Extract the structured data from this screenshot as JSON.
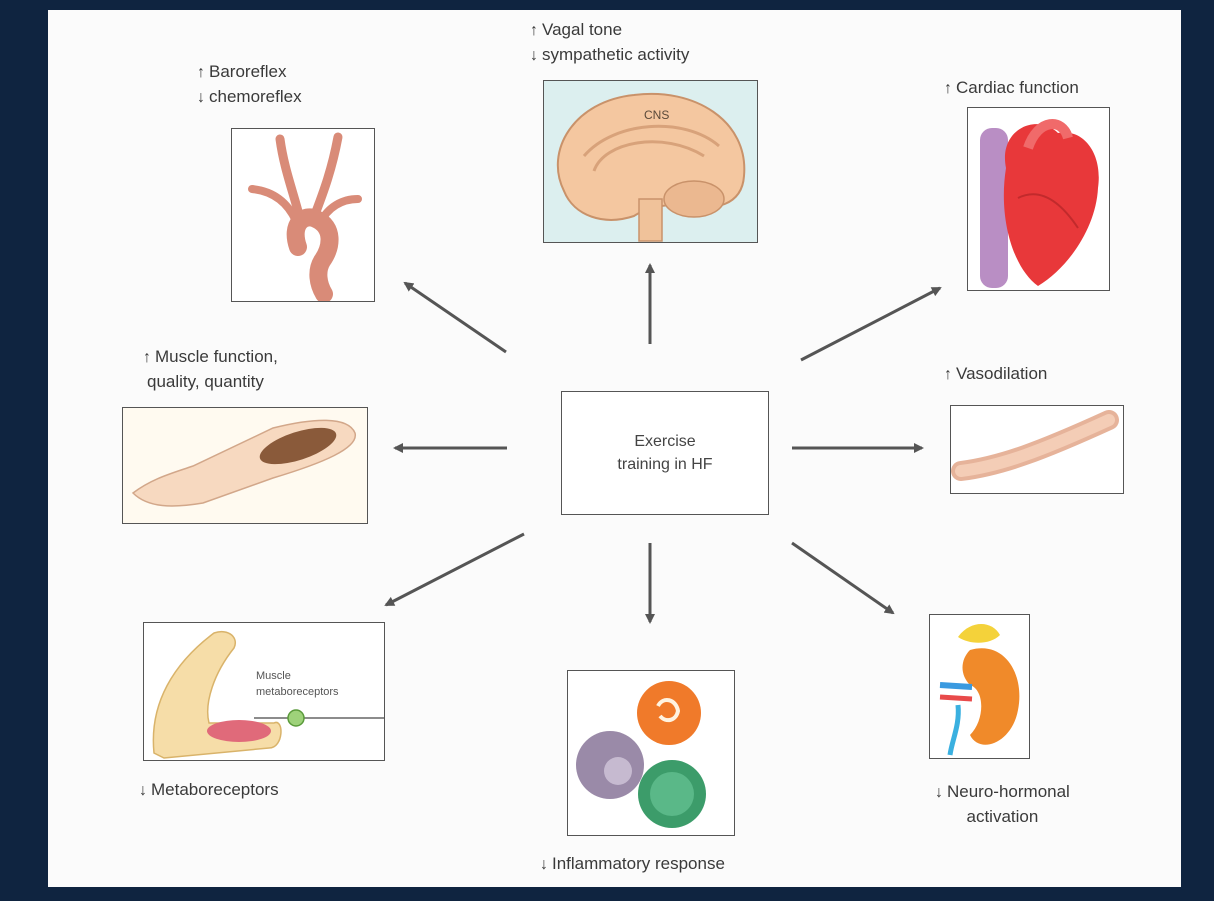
{
  "center": {
    "text": "Exercise training in HF"
  },
  "effects": {
    "baroreflex": {
      "arrow1": "↑",
      "line1": "Baroreflex",
      "arrow2": "↓",
      "line2": "chemoreflex"
    },
    "vagal": {
      "arrow1": "↑",
      "line1": "Vagal tone",
      "arrow2": "↓",
      "line2": "sympathetic activity",
      "image_label": "CNS"
    },
    "cardiac": {
      "arrow": "↑",
      "text": "Cardiac function"
    },
    "muscle": {
      "arrow": "↑",
      "line1": "Muscle function,",
      "line2": "quality, quantity"
    },
    "vasodilation": {
      "arrow": "↑",
      "text": "Vasodilation"
    },
    "metabo": {
      "arrow": "↓",
      "text": "Metaboreceptors",
      "image_label1": "Muscle",
      "image_label2": "metaboreceptors"
    },
    "inflammatory": {
      "arrow": "↓",
      "text": "Inflammatory response"
    },
    "neuro": {
      "arrow": "↓",
      "line1": "Neuro-hormonal",
      "line2": "activation"
    }
  },
  "colors": {
    "frame": "#0f2440",
    "panel": "#fbfbfb",
    "arrow": "#555555",
    "tissue": "#d98b78",
    "brain": "#f4c7a0",
    "heart": "#e8383a",
    "kidney": "#f08a2a",
    "cell_orange": "#f07a2a",
    "cell_green": "#3c9c6a",
    "cell_purple": "#9a8aa8"
  },
  "icons": [
    "aortic-arch-icon",
    "brain-icon",
    "heart-icon",
    "arm-icon",
    "vessel-icon",
    "flexed-arm-icon",
    "blood-cells-icon",
    "kidney-icon"
  ]
}
